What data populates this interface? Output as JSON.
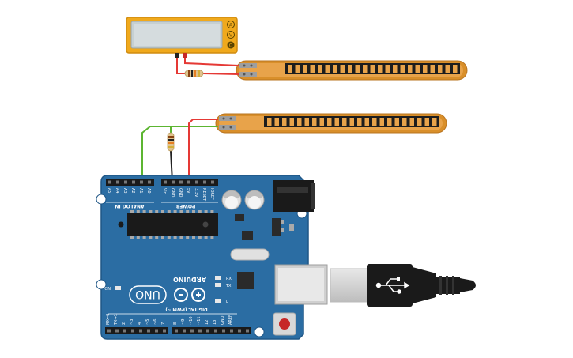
{
  "multimeter": {
    "buttons": [
      "A",
      "V",
      "Ω"
    ]
  },
  "arduino": {
    "brand": "ARDUINO",
    "model": "UNO",
    "header_analog": "ANALOG IN",
    "header_power": "POWER",
    "header_digital": "DIGITAL (PWM ~)",
    "analog_pins": [
      "A5",
      "A4",
      "A3",
      "A2",
      "A1",
      "A0"
    ],
    "power_pins": [
      "Vin",
      "GND",
      "GND",
      "5V",
      "3.3V",
      "RESET",
      "IOREF"
    ],
    "digital_pins": [
      "RX←0",
      "TX→1",
      "2",
      "~3",
      "4",
      "~5",
      "~6",
      "7",
      "8",
      "~9",
      "~10",
      "~11",
      "12",
      "13",
      "GND",
      "AREF"
    ],
    "led_labels": {
      "on": "ON",
      "l": "L",
      "tx": "TX",
      "rx": "RX"
    }
  },
  "colors": {
    "board": "#2b6da3",
    "multimeter": "#f0a91c",
    "sensor": "#d98f2a",
    "wire_red": "#e53935",
    "wire_green": "#5cb531",
    "wire_black": "#222222"
  }
}
